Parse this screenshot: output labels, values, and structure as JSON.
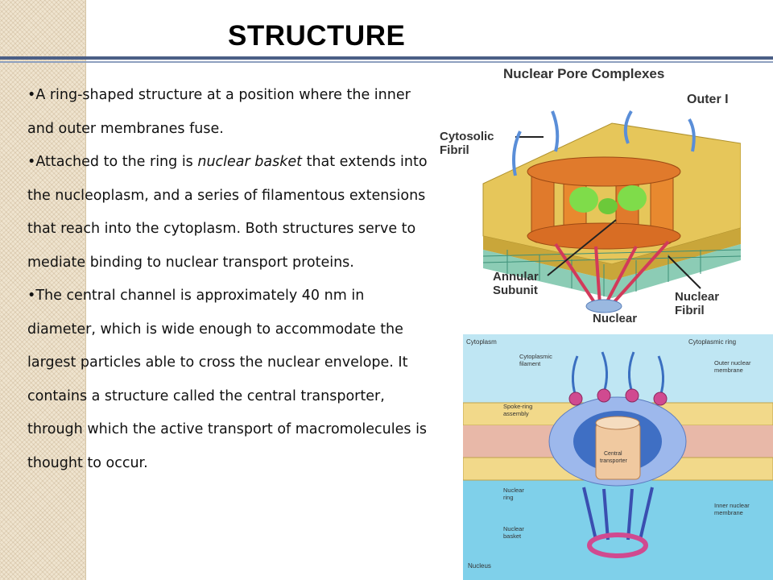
{
  "slide": {
    "title": "STRUCTURE",
    "bullet_glyph": "•",
    "bullet1": "A ring-shaped structure at a position where the inner and outer membranes fuse.",
    "bullet2_pre": "Attached to the ring is ",
    "bullet2_em": "nuclear basket",
    "bullet2_post": " that extends into the nucleoplasm, and a series of filamentous extensions that reach into the cytoplasm. Both structures serve to mediate binding to nuclear transport proteins.",
    "bullet3": "The central channel is approximately 40 nm in diameter, which is wide enough to accommodate the largest particles able to cross the nuclear envelope. It contains a structure called the central transporter, through which the active transport of macromolecules is thought to occur."
  },
  "figure1": {
    "title": "Nuclear Pore Complexes",
    "label_outer": "Outer I",
    "label_cyto": [
      "Cytosolic",
      "Fibril"
    ],
    "label_annular": [
      "Annular",
      "Subunit"
    ],
    "label_nuclear_fibril": [
      "Nuclear",
      "Fibril"
    ],
    "label_nuclear": "Nuclear"
  },
  "figure2": {
    "label_cytoplasm": "Cytoplasm",
    "label_cyto_filament": [
      "Cytoplasmic",
      "filament"
    ],
    "label_cyto_ring": "Cytoplasmic ring",
    "label_outer_membrane": [
      "Outer nuclear",
      "membrane"
    ],
    "label_spoke": [
      "Spoke-ring",
      "assembly"
    ],
    "label_central": [
      "Central",
      "transporter"
    ],
    "label_nuclear_ring": [
      "Nuclear",
      "ring"
    ],
    "label_inner_membrane": [
      "Inner nuclear",
      "membrane"
    ],
    "label_basket": [
      "Nuclear",
      "basket"
    ],
    "label_nucleus": "Nucleus"
  },
  "colors": {
    "rule_dark": "#4b5f86",
    "rule_light": "#8ea0bf",
    "membrane_yellow": "#e6c65a",
    "pore_orange": "#e07a2c",
    "fibril_red": "#d23a5a",
    "green_protein": "#7fdc4a",
    "cytoplasm_blue": "#a9dff0",
    "nucleus_blue": "#7fd0ea"
  }
}
